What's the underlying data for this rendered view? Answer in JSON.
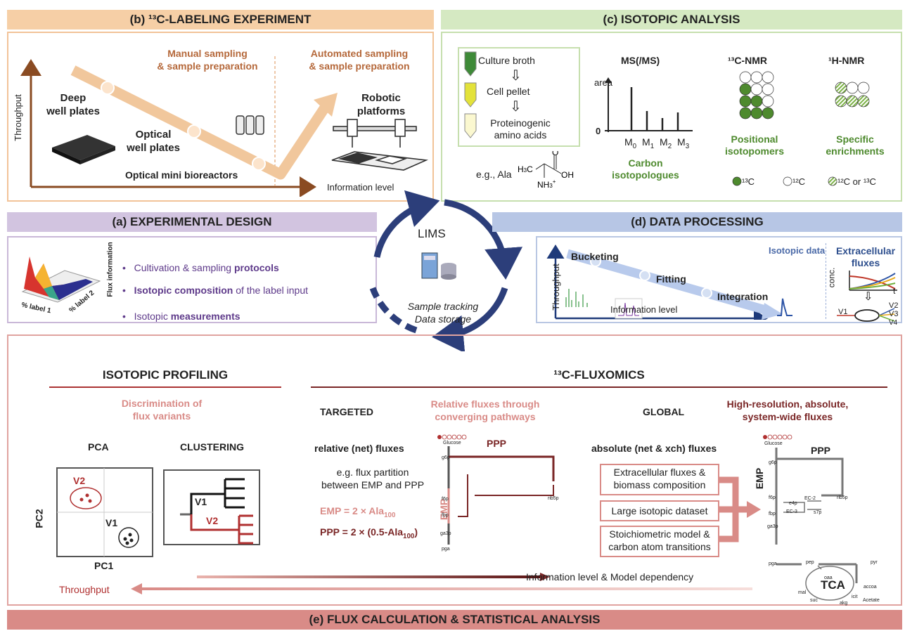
{
  "panel_b": {
    "header": "(b) ¹³C-LABELING EXPERIMENT",
    "manual_1": "Manual sampling",
    "manual_2": "& sample preparation",
    "auto_1": "Automated sampling",
    "auto_2": "& sample preparation",
    "deep_1": "Deep",
    "deep_2": "well plates",
    "optical_1": "Optical",
    "optical_2": "well plates",
    "mini": "Optical mini bioreactors",
    "robotic_1": "Robotic",
    "robotic_2": "platforms",
    "y_axis": "Throughput",
    "x_axis": "Information level"
  },
  "panel_c": {
    "header": "(c) ISOTOPIC ANALYSIS",
    "broth": "Culture broth",
    "pellet": "Cell pellet",
    "prot_1": "Proteinogenic",
    "prot_2": "amino acids",
    "eg": "e.g., Ala",
    "ms_title": "MS(/MS)",
    "area": "area",
    "zero": "0",
    "m_labels": [
      "M0",
      "M1",
      "M2",
      "M3"
    ],
    "carbon_1": "Carbon",
    "carbon_2": "isotopologues",
    "c13nmr": "¹³C-NMR",
    "h1nmr": "¹H-NMR",
    "pos_1": "Positional",
    "pos_2": "isotopomers",
    "spec_1": "Specific",
    "spec_2": "enrichments",
    "legend": [
      "¹³C",
      "¹²C",
      "¹²C or ¹³C"
    ],
    "colors": {
      "green": "#4e8a2e",
      "light_green": "#7cb247"
    }
  },
  "panel_a": {
    "header": "(a) EXPERIMENTAL DESIGN",
    "b1_pre": "Cultivation & sampling ",
    "b1_bold": "protocols",
    "b2_bold": "Isotopic composition",
    "b2_post": " of the label input",
    "b3_pre": "Isotopic ",
    "b3_bold": "measurements",
    "surf_z": "Flux information",
    "surf_x": "% label 1",
    "surf_y": "% label 2"
  },
  "lims": {
    "title": "LIMS",
    "line1": "Sample tracking",
    "line2": "Data storage"
  },
  "panel_d": {
    "header": "(d) DATA PROCESSING",
    "bucketing": "Bucketing",
    "fitting": "Fitting",
    "integration": "Integration",
    "isotopic_data": "Isotopic data",
    "extra_1": "Extracellular",
    "extra_2": "fluxes",
    "y_axis": "Throughput",
    "x_axis": "Information level",
    "conc": "conc.",
    "t": "t",
    "v_labels": [
      "V1",
      "V2",
      "V3",
      "V4"
    ]
  },
  "panel_e": {
    "footer": "(e) FLUX CALCULATION & STATISTICAL ANALYSIS",
    "profiling": "ISOTOPIC PROFILING",
    "fluxomics": "¹³C-FLUXOMICS",
    "disc_1": "Discrimination of",
    "disc_2": "flux variants",
    "pca": "PCA",
    "clustering": "CLUSTERING",
    "pc1": "PC1",
    "pc2": "PC2",
    "v1": "V1",
    "v2": "V2",
    "targeted": "TARGETED",
    "rel_1": "Relative fluxes through",
    "rel_2": "converging pathways",
    "global": "GLOBAL",
    "hr_1": "High-resolution, absolute,",
    "hr_2": "system-wide fluxes",
    "rel_net": "relative (net) fluxes",
    "abs_net": "absolute (net & xch) fluxes",
    "part_1": "e.g. flux partition",
    "part_2": "between EMP and PPP",
    "emp_eq": "EMP = 2  × Ala",
    "ppp_eq": "PPP = 2  × (0.5-Ala",
    "sub100": "100",
    "box1_1": "Extracellular fluxes &",
    "box1_2": "biomass composition",
    "box2": "Large isotopic dataset",
    "box3_1": "Stoichiometric model &",
    "box3_2": "carbon atom transitions",
    "throughput": "Throughput",
    "info_model": "Information level & Model dependency",
    "emp": "EMP",
    "ppp": "PPP",
    "tca": "TCA",
    "metab_t": [
      "Glucose",
      "g6p",
      "f6p",
      "fbp",
      "ga3p",
      "pga",
      "rib5p"
    ],
    "metab_g": [
      "Glucose",
      "g6p",
      "f6p",
      "fbp",
      "ga3p",
      "pga",
      "pep",
      "pyr",
      "accoa",
      "Acetate",
      "oaa",
      "mal",
      "suc",
      "akg",
      "icit",
      "EC-2",
      "EC-3",
      "e4p",
      "s7p",
      "rib5p"
    ]
  }
}
